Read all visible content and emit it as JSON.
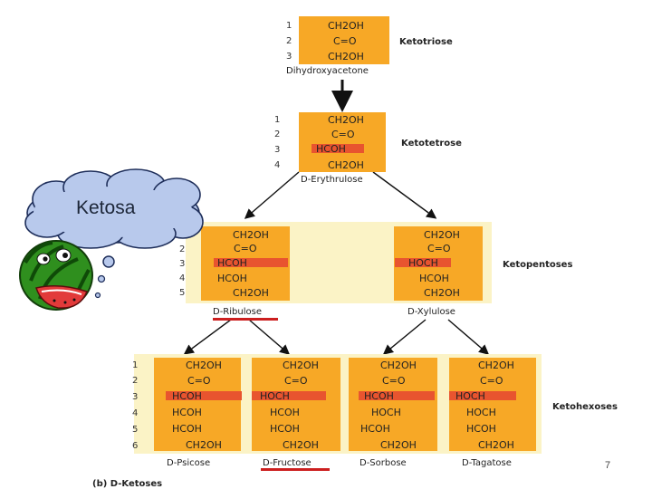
{
  "labels": {
    "ketotriose": "Ketotriose",
    "ketotetrose": "Ketotetrose",
    "ketopentoses": "Ketopentoses",
    "ketohexoses": "Ketohexoses",
    "dihydroxyacetone": "Dihydroxyacetone",
    "erythrulose": "D-Erythrulose",
    "ribulose": "D-Ribulose",
    "xylulose": "D-Xylulose",
    "psicose": "D-Psicose",
    "fructose": "D-Fructose",
    "sorbose": "D-Sorbose",
    "tagatose": "D-Tagatose",
    "figure_caption": "(b) D-Ketoses"
  },
  "bubble_text": "Ketosa",
  "page_number": "7",
  "formula": {
    "ch2oh": "CH2OH",
    "carbonyl": "C=O",
    "hcoh": "HCOH",
    "hoch": "HOCH"
  },
  "carbons": {
    "c1": "1",
    "c2": "2",
    "c3": "3",
    "c4": "4",
    "c5": "5",
    "c6": "6"
  },
  "colors": {
    "structure_box": "#f7a826",
    "highlight_band": "#e8542f",
    "panel_background": "#fbf3c6",
    "underline": "#cc1f1f"
  }
}
